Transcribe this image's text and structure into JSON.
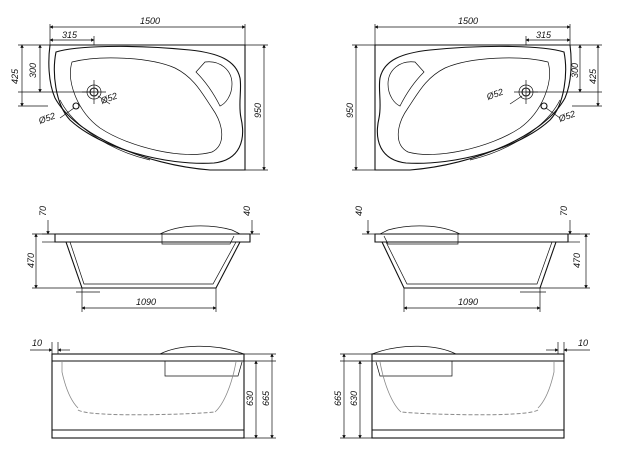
{
  "top_left": {
    "width": "1500",
    "drain_offset": "315",
    "height_a": "425",
    "height_b": "300",
    "depth": "950",
    "drain_diameter": "Ø52",
    "overflow_diameter": "Ø52"
  },
  "top_right": {
    "width": "1500",
    "drain_offset": "315",
    "height_a": "425",
    "height_b": "300",
    "depth": "950",
    "drain_diameter": "Ø52",
    "overflow_diameter": "Ø52"
  },
  "side_left": {
    "rim": "70",
    "edge": "40",
    "height": "470",
    "bottom_length": "1090"
  },
  "side_right": {
    "rim": "70",
    "edge": "40",
    "height": "470",
    "bottom_length": "1090"
  },
  "front_left": {
    "lip": "10",
    "inner_height": "630",
    "total_height": "665"
  },
  "front_right": {
    "lip": "10",
    "inner_height": "630",
    "total_height": "665"
  }
}
